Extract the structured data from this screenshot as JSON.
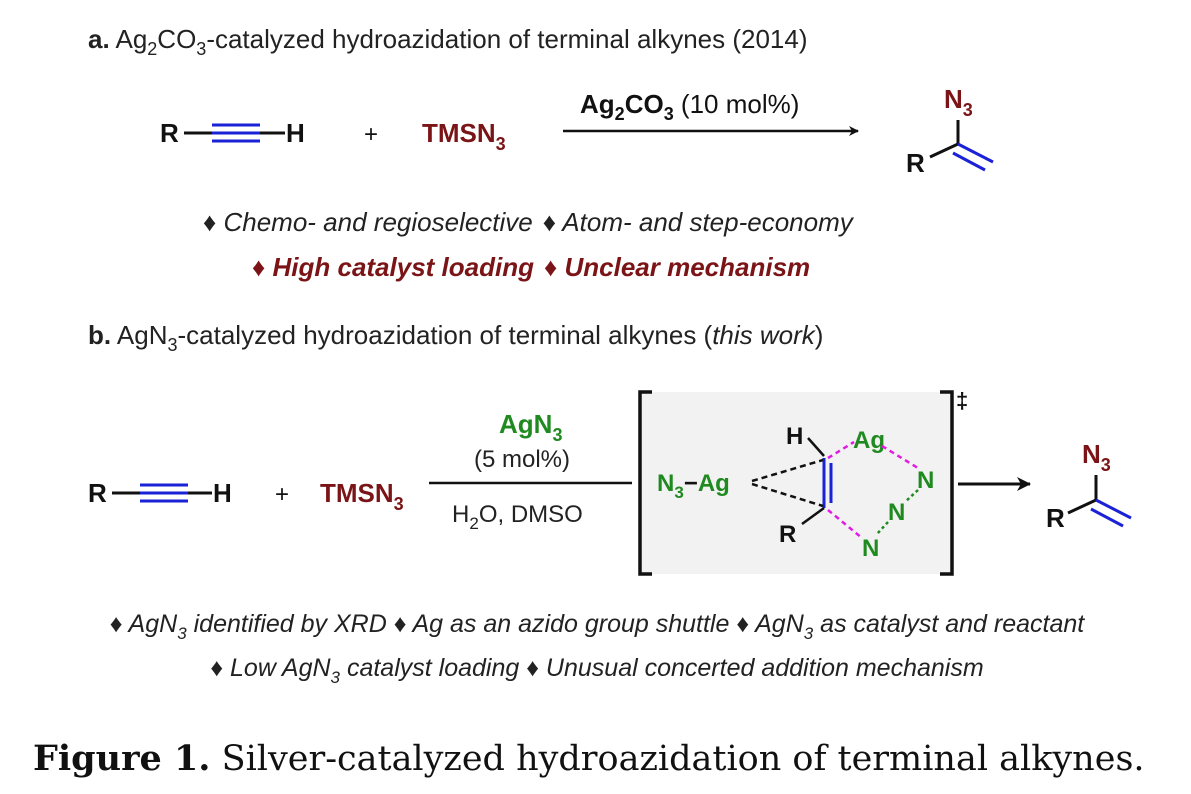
{
  "colors": {
    "bond_blue": "#1b22d6",
    "reagent_red": "#7b1416",
    "silver_green": "#1f8a1f",
    "ts_magenta": "#e21be2",
    "ts_box": "#f2f2f2",
    "text": "#222222"
  },
  "panel_a": {
    "label": "a.",
    "title_1": " Ag",
    "title_sub_1": "2",
    "title_2": "CO",
    "title_sub_2": "3",
    "title_3": "-catalyzed hydroazidation of terminal alkynes (2014)",
    "alkyne_r": "R",
    "alkyne_h": "H",
    "plus": "+",
    "reagent": "TMSN",
    "reagent_sub": "3",
    "catalyst_1": "Ag",
    "catalyst_sub_1": "2",
    "catalyst_2": "CO",
    "catalyst_sub_2": "3",
    "loading": " (10 mol%)",
    "product_n": "N",
    "product_n_sub": "3",
    "product_r": "R",
    "pros_1": "♦ Chemo- and regioselective",
    "pros_2": "♦ Atom- and step-economy",
    "cons_1": "♦ High catalyst loading",
    "cons_2": "♦ Unclear mechanism"
  },
  "panel_b": {
    "label": "b.",
    "title_1": " AgN",
    "title_sub": "3",
    "title_2": "-catalyzed hydroazidation of terminal alkynes (",
    "title_italic": "this work",
    "title_3": ")",
    "alkyne_r": "R",
    "alkyne_h": "H",
    "plus": "+",
    "reagent": "TMSN",
    "reagent_sub": "3",
    "catalyst": "AgN",
    "catalyst_sub": "3",
    "loading": "(5 mol%)",
    "solvent_1": "H",
    "solvent_sub": "2",
    "solvent_2": "O, DMSO",
    "ts": {
      "dagger": "‡",
      "h": "H",
      "ag_top": "Ag",
      "n3_left": "N",
      "n3_left_sub": "3",
      "dash": "−",
      "ag_left": "Ag",
      "n_right": "N",
      "n_mid": "N",
      "n_bottom": "N",
      "r": "R"
    },
    "product_n": "N",
    "product_n_sub": "3",
    "product_r": "R",
    "features_line_1": [
      {
        "pre": "♦ AgN",
        "sub": "3",
        "post": " identified by XRD"
      },
      {
        "pre": "♦ Ag as an azido group shuttle",
        "sub": "",
        "post": ""
      },
      {
        "pre": "♦ AgN",
        "sub": "3",
        "post": " as catalyst and reactant"
      }
    ],
    "features_line_2": [
      {
        "pre": "♦ Low AgN",
        "sub": "3",
        "post": " catalyst loading"
      },
      {
        "pre": "♦ Unusual concerted addition mechanism",
        "sub": "",
        "post": ""
      }
    ]
  },
  "caption": {
    "label": "Figure 1.",
    "text": " Silver-catalyzed hydroazidation of terminal alkynes."
  }
}
